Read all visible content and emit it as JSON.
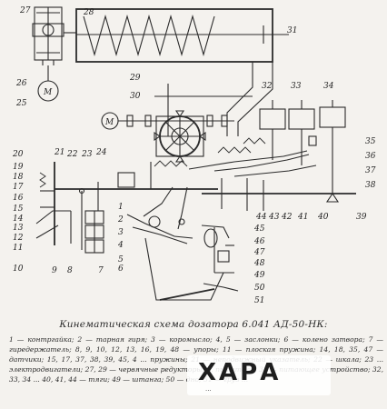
{
  "diagram": {
    "part_numbers": [
      "1",
      "2",
      "3",
      "4",
      "5",
      "6",
      "7",
      "8",
      "9",
      "10",
      "11",
      "12",
      "13",
      "14",
      "15",
      "16",
      "17",
      "18",
      "19",
      "20",
      "21",
      "22",
      "23",
      "24",
      "25",
      "26",
      "27",
      "28",
      "29",
      "30",
      "31",
      "32",
      "33",
      "34",
      "35",
      "36",
      "37",
      "38",
      "39",
      "40",
      "41",
      "42",
      "43",
      "44",
      "45",
      "46",
      "47",
      "48",
      "49",
      "50",
      "51"
    ],
    "motor_symbol": "M"
  },
  "caption": "Кинематическая схема дозатора 6.041 АД-50-НК:",
  "legend": "1 — контргайка; 2 — тарная гиря; 3 — коромысло; 4, 5 — заслонки; 6 — колено затвора; 7 — гиредержатель; 8, 9, 10, 12, 13, 16, 19, 48 — упоры; 11 — плоская пружина; 14, 18, 35, 47 — датчики; 15, 17, 37, 38, 39, 45, 4 ... пружины; 21 — неподвижный указатель; 22 — шкала; 23 ... электродвигатели; 27, 29 — червячные редукторы; ... питатели; 31 — питающее устройство; 32, 33, 34 ... 40, 41, 44 — тяги; 49 — штанга; 50 — дно; 51 — груз ...",
  "watermark": {
    "text": "ХАРА",
    "sub": "..."
  }
}
